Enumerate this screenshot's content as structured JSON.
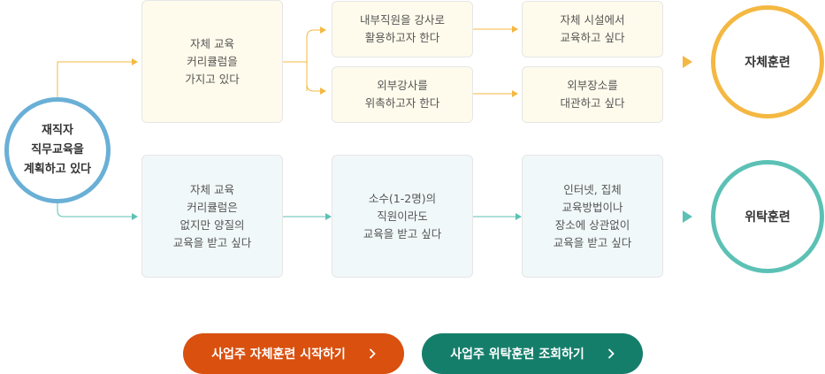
{
  "start": {
    "label": "재직자\n직무교육을\n계획하고 있다"
  },
  "self_track": {
    "box1": "자체 교육\n커리큘럼을\n가지고 있다",
    "box2a": "내부직원을 강사로\n활용하고자 한다",
    "box2b": "외부강사를\n위촉하고자 한다",
    "box3a": "자체 시설에서\n교육하고 싶다",
    "box3b": "외부장소를\n대관하고 싶다",
    "result": "자체훈련",
    "color": "#f4b842"
  },
  "consign_track": {
    "box1": "자체 교육\n커리큘럼은\n없지만 양질의\n교육을 받고 싶다",
    "box2": "소수(1-2명)의\n직원이라도\n교육을 받고 싶다",
    "box3": "인터넷, 집체\n교육방법이나\n장소에 상관없이\n교육을 받고 싶다",
    "result": "위탁훈련",
    "color": "#5cc1b5"
  },
  "buttons": {
    "self_start": "사업주 자체훈련 시작하기",
    "consign_search": "사업주 위탁훈련 조회하기"
  },
  "colors": {
    "start_ring": "#6aafd6",
    "button_orange": "#d9500f",
    "button_green": "#157e6b"
  }
}
